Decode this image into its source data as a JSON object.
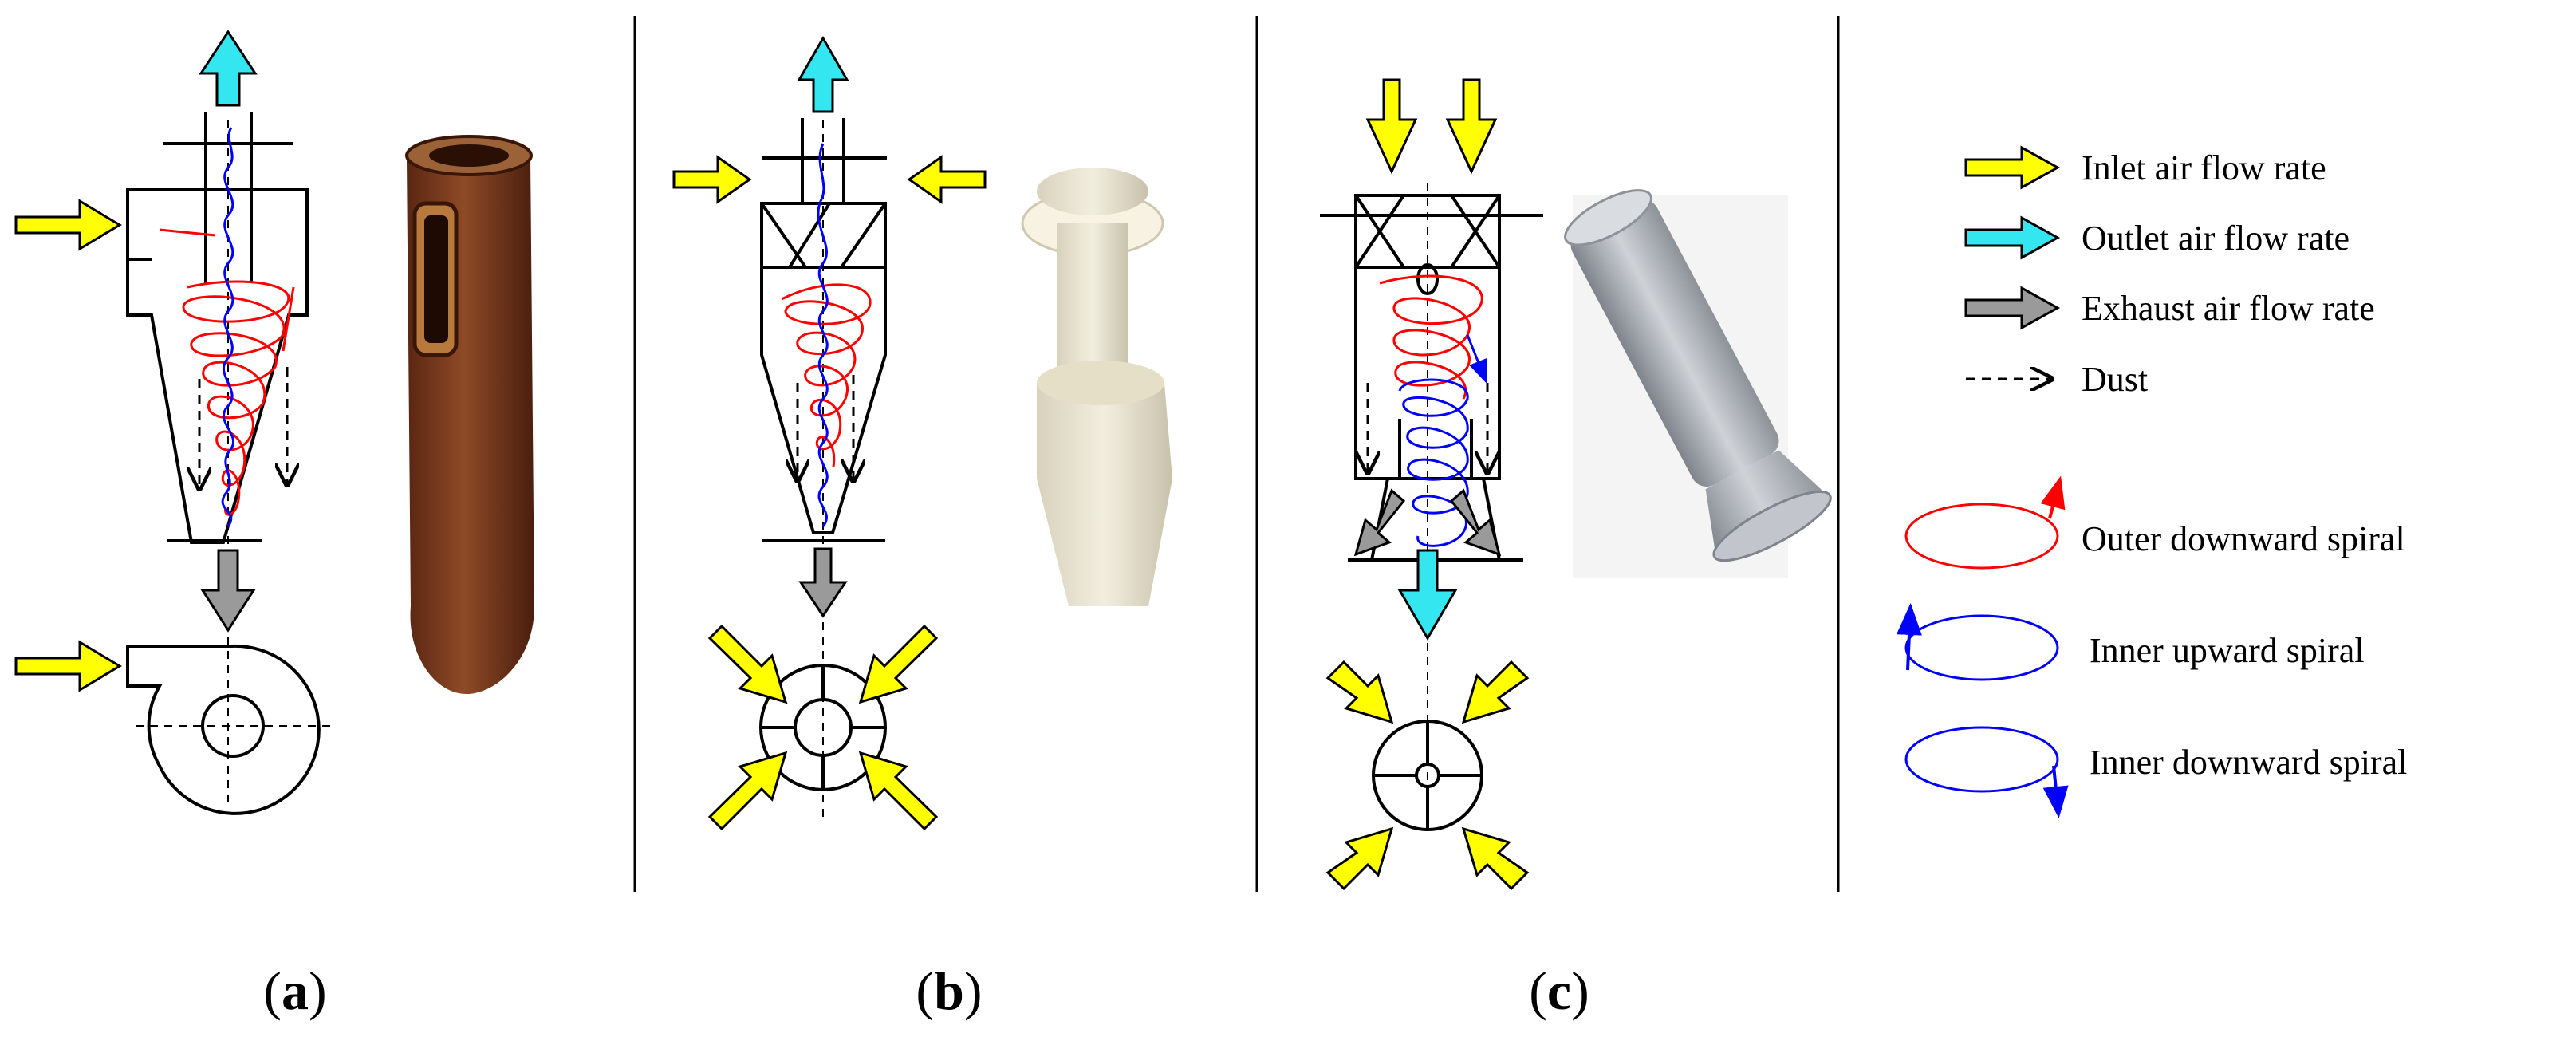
{
  "panels": [
    {
      "id": "a",
      "label": "a"
    },
    {
      "id": "b",
      "label": "b"
    },
    {
      "id": "c",
      "label": "c"
    }
  ],
  "legend": {
    "arrows": [
      {
        "key": "inlet",
        "label": "Inlet air flow rate",
        "color": "#ffff00"
      },
      {
        "key": "outlet",
        "label": "Outlet air flow rate",
        "color": "#33e6ef"
      },
      {
        "key": "exhaust",
        "label": "Exhaust air flow rate",
        "color": "#9a9a9a"
      },
      {
        "key": "dust",
        "label": "Dust",
        "color": "#000000"
      }
    ],
    "spirals": [
      {
        "key": "outer-down",
        "label": "Outer downward spiral",
        "color": "#ff0000"
      },
      {
        "key": "inner-up",
        "label": "Inner upward spiral",
        "color": "#0000ff"
      },
      {
        "key": "inner-down",
        "label": "Inner downward spiral",
        "color": "#0000ff"
      }
    ]
  },
  "colors": {
    "spiral_red": "#ff0000",
    "spiral_blue": "#0000ff",
    "arrow_inlet": "#ffff00",
    "arrow_outlet": "#33e6ef",
    "arrow_exhaust": "#9a9a9a",
    "line": "#000000",
    "photo_rust": "#7a3a1e",
    "photo_cream": "#e9e3cf",
    "photo_steel": "#aeb2b8"
  }
}
